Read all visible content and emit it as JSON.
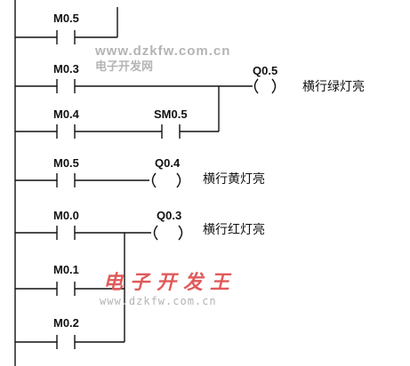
{
  "diagram": {
    "contacts": [
      "M0.5",
      "M0.3",
      "M0.4",
      "SM0.5",
      "M0.5",
      "M0.0",
      "M0.1",
      "M0.2"
    ],
    "coils": [
      {
        "address": "Q0.5",
        "description": "横行绿灯亮"
      },
      {
        "address": "Q0.4",
        "description": "横行黄灯亮"
      },
      {
        "address": "Q0.3",
        "description": "横行红灯亮"
      }
    ]
  },
  "watermarks": {
    "top_url": "www.dzkfw.com.cn",
    "top_name": "电子开发网",
    "bottom_name": "电子开发王",
    "bottom_url": "www.dzkfw.com.cn"
  },
  "colors": {
    "line": "#111111",
    "watermark_gray": "#b4b4b4",
    "watermark_red": "#e05a5a"
  }
}
